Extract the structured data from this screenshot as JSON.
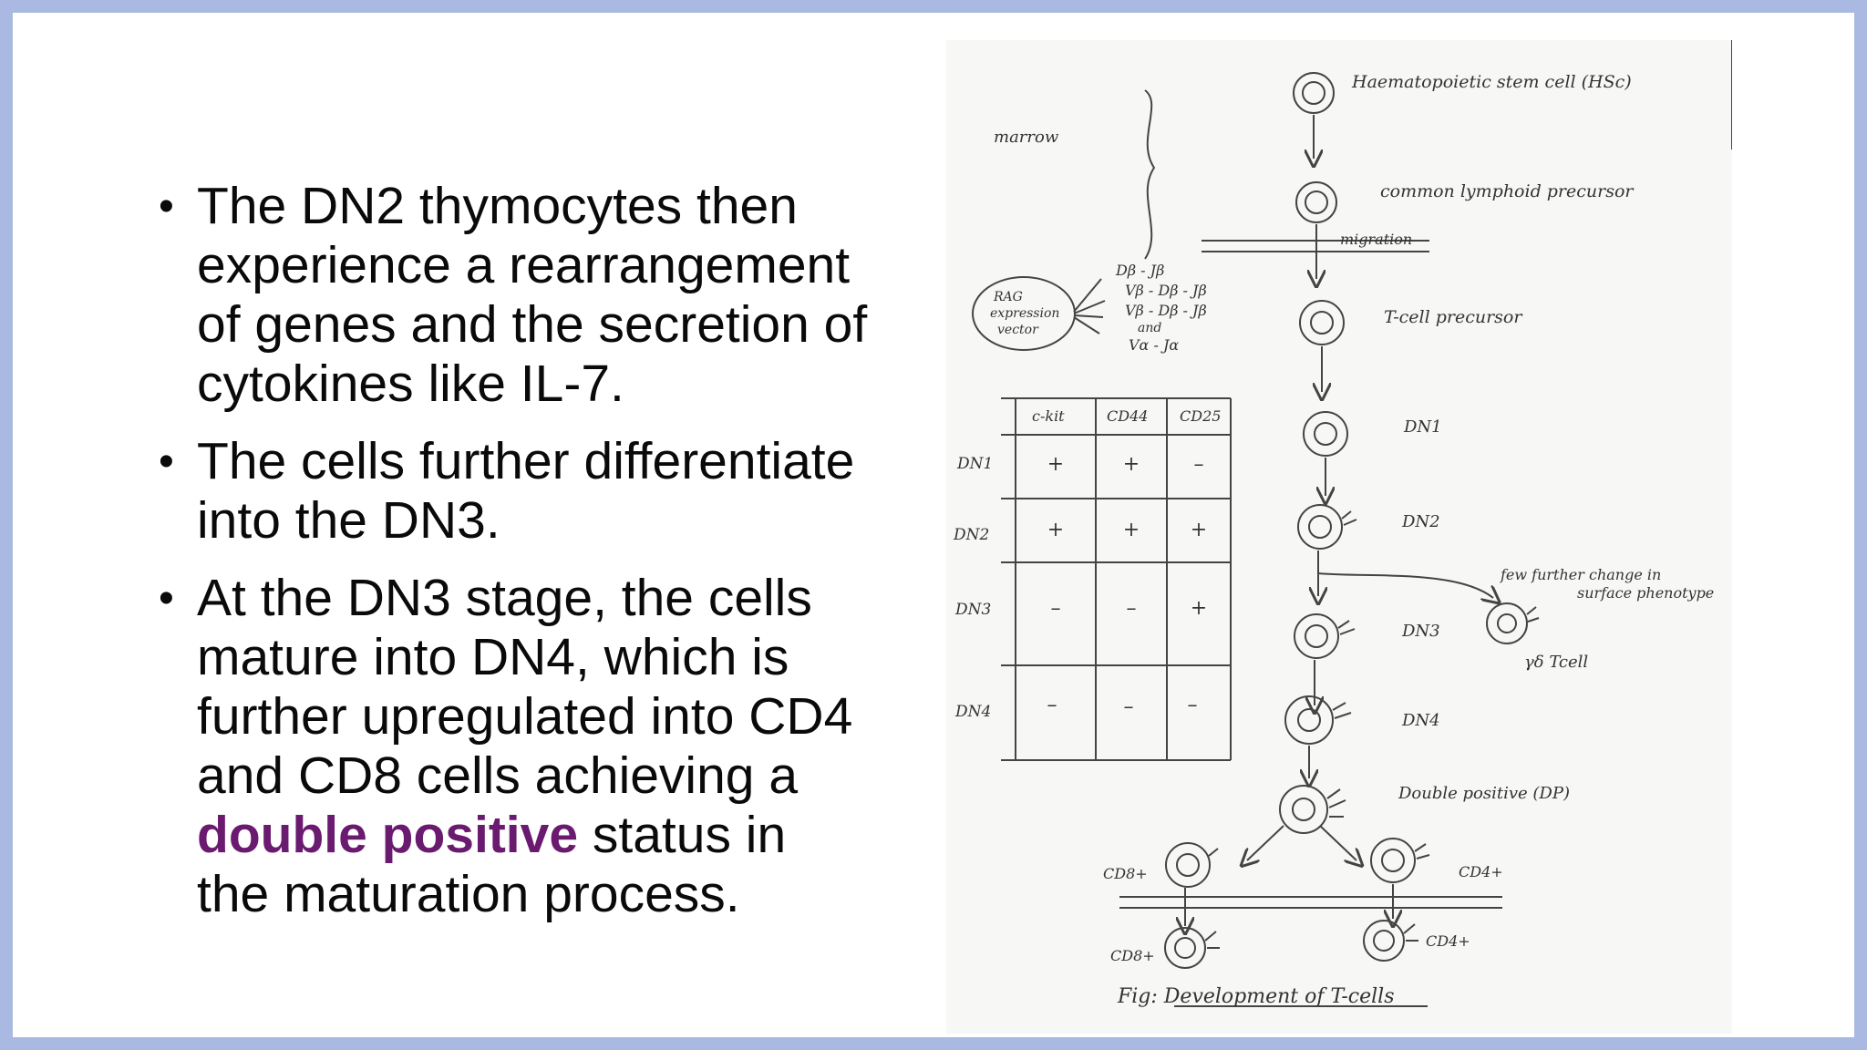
{
  "bullets": {
    "b1": "The DN2 thymocytes then experience a rearrangement of genes and the secretion of cytokines like IL-7.",
    "b2": "The cells further differentiate into the DN3.",
    "b3_pre": "At the DN3 stage, the cells mature into DN4, which is further upregulated into CD4 and CD8 cells achieving a ",
    "b3_hl": "double positive",
    "b3_post": " status in the maturation process."
  },
  "figure": {
    "marrow": "marrow",
    "hsc": "Haematopoietic stem cell (HSc)",
    "clp": "common lymphoid precursor",
    "migration": "migration",
    "rag": [
      "RAG",
      "expression",
      "vector"
    ],
    "rearrangements": [
      "Dβ - Jβ",
      "Vβ - Dβ - Jβ",
      "Vβ - Dβ - Jβ",
      "and",
      "Vα - Jα"
    ],
    "tcell_precursor": "T-cell precursor",
    "table": {
      "columns": [
        "c-kit",
        "CD44",
        "CD25"
      ],
      "rows": [
        {
          "label": "DN1",
          "cells": [
            "+",
            "+",
            "–"
          ]
        },
        {
          "label": "DN2",
          "cells": [
            "+",
            "+",
            "+"
          ]
        },
        {
          "label": "DN3",
          "cells": [
            "–",
            "–",
            "+"
          ]
        },
        {
          "label": "DN4",
          "cells": [
            "–",
            "–",
            "–"
          ]
        }
      ]
    },
    "dn1": "DN1",
    "dn2": "DN2",
    "dn3": "DN3",
    "dn4": "DN4",
    "few_changes": [
      "few further change in",
      "surface phenotype"
    ],
    "gd_tcell": "γδ Tcell",
    "dp": "Double positive (DP)",
    "cd8_top": "CD8+",
    "cd4_top": "CD4+",
    "cd8_bottom": "CD8+",
    "cd4_bottom": "CD4+",
    "caption": "Fig: Development of T-cells"
  }
}
